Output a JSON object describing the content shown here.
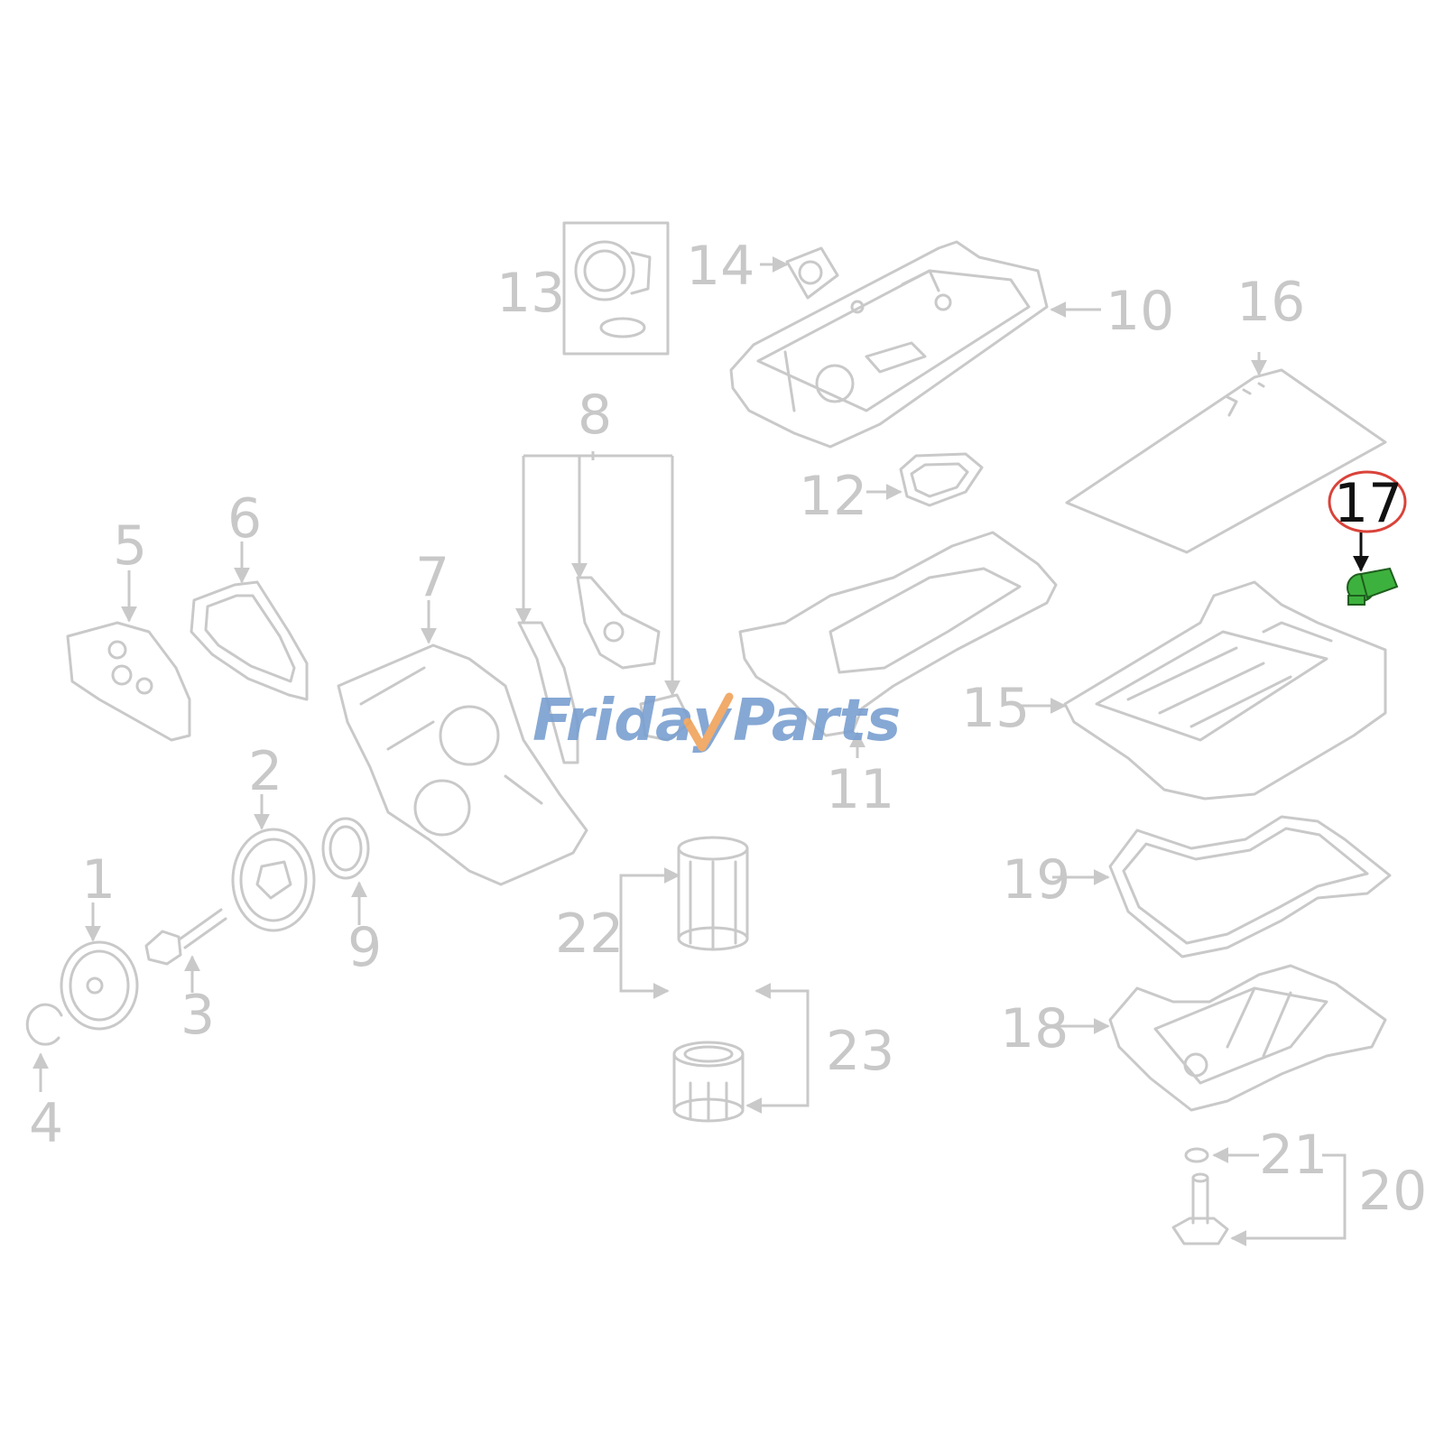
{
  "callouts": {
    "c1": "1",
    "c2": "2",
    "c3": "3",
    "c4": "4",
    "c5": "5",
    "c6": "6",
    "c7": "7",
    "c8": "8",
    "c9": "9",
    "c10": "10",
    "c11": "11",
    "c12": "12",
    "c13": "13",
    "c14": "14",
    "c15": "15",
    "c16": "16",
    "c17": "17",
    "c18": "18",
    "c19": "19",
    "c20": "20",
    "c21": "21",
    "c22": "22",
    "c23": "23"
  },
  "highlighted_part": "17",
  "watermark": {
    "word1": "Friday",
    "word2": "Parts"
  },
  "colors": {
    "linework": "#c9c9c9",
    "highlight_part": "#3db13d",
    "highlight_ring": "#d9433a",
    "watermark_blue": "#7a9fd0",
    "watermark_orange": "#f0a35a"
  }
}
